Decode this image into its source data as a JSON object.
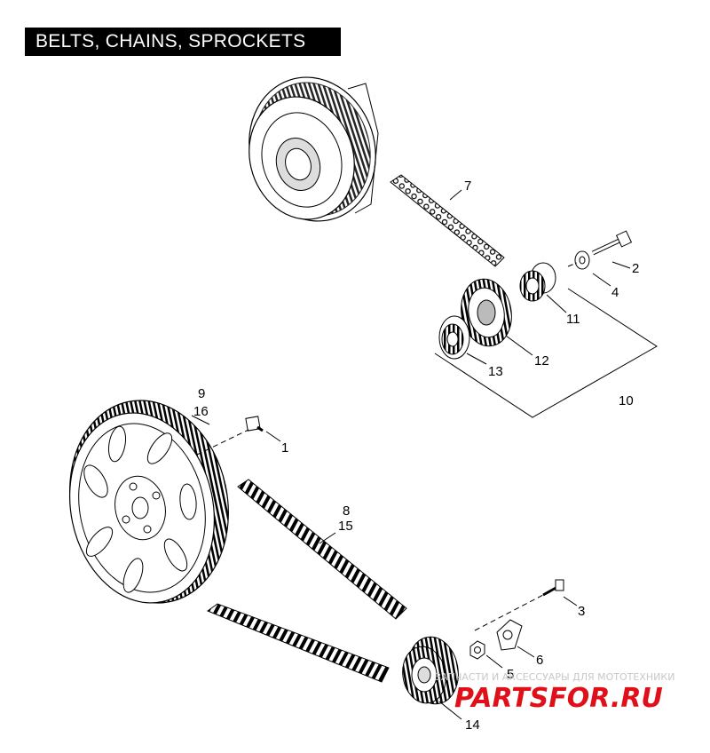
{
  "title": "BELTS, CHAINS, SPROCKETS",
  "callouts": {
    "c1": "1",
    "c2": "2",
    "c3": "3",
    "c4": "4",
    "c5": "5",
    "c6": "6",
    "c7": "7",
    "c8": "8",
    "c9": "9",
    "c10": "10",
    "c11": "11",
    "c12": "12",
    "c13": "13",
    "c14": "14",
    "c15": "15",
    "c16": "16"
  },
  "watermark": {
    "tagline": "ЗАПЧАСТИ И АКСЕССУАРЫ ДЛЯ МОТОТЕХНИКИ",
    "brand": "PARTSFOR.RU"
  }
}
